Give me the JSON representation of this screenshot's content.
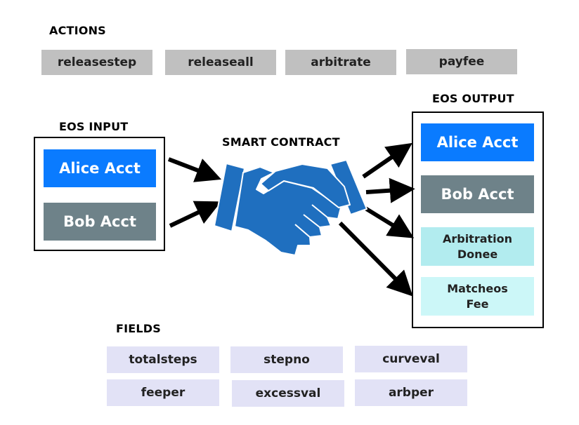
{
  "actions": {
    "heading": "ACTIONS",
    "items": [
      "releasestep",
      "releaseall",
      "arbitrate",
      "payfee"
    ]
  },
  "input": {
    "heading": "EOS INPUT",
    "alice": "Alice Acct",
    "bob": "Bob Acct"
  },
  "contract": {
    "heading": "SMART CONTRACT",
    "icon": "handshake-icon"
  },
  "output": {
    "heading": "EOS OUTPUT",
    "alice": "Alice Acct",
    "bob": "Bob Acct",
    "arbitration": "Arbitration\nDonee",
    "matcheos": "Matcheos\nFee"
  },
  "fields": {
    "heading": "FIELDS",
    "items": [
      "totalsteps",
      "stepno",
      "curveval",
      "feeper",
      "excessval",
      "arbper"
    ]
  },
  "colors": {
    "alice": "#0a7bff",
    "bob": "#6e8289",
    "arbitration": "#b2ecef",
    "matcheos": "#ccf7f8",
    "action_bg": "#c0c0c0",
    "field_bg": "#e2e2f6",
    "handshake": "#1f6fbf"
  }
}
